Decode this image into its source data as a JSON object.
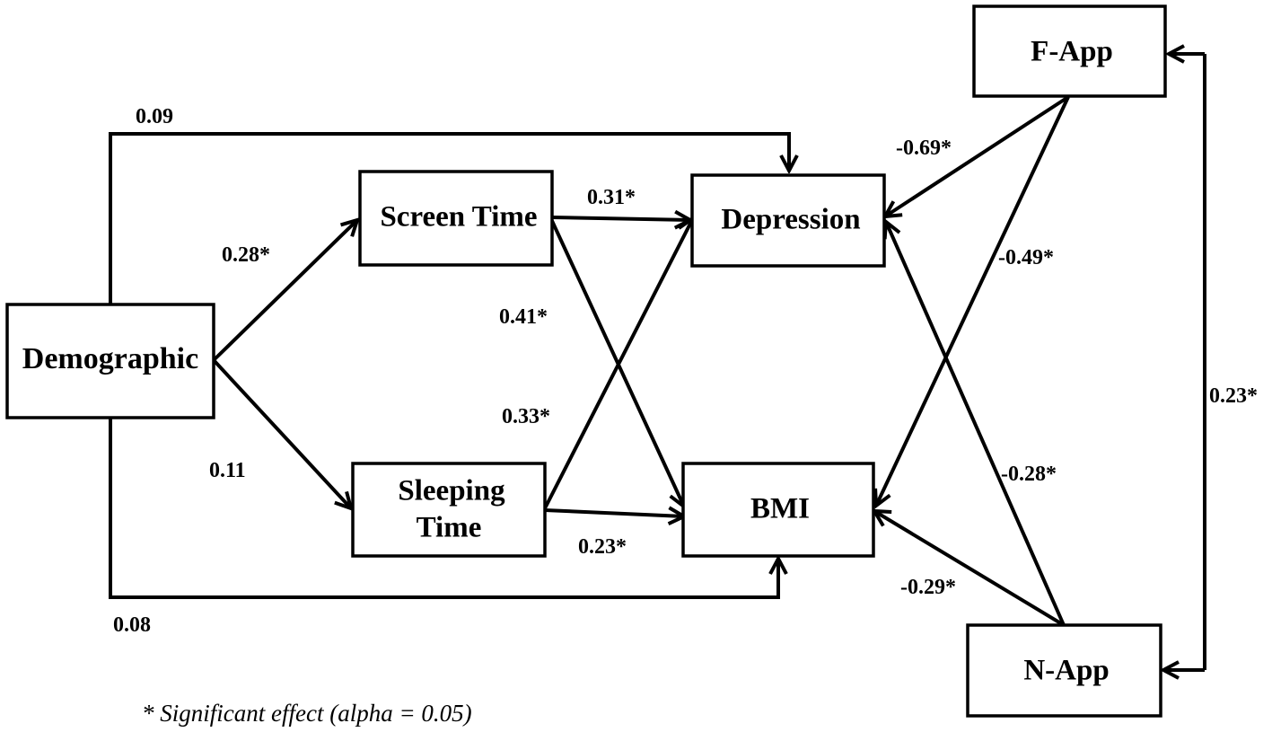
{
  "nodes": {
    "demographic": "Demographic",
    "screen_time": "Screen Time",
    "sleeping_time_line1": "Sleeping",
    "sleeping_time_line2": "Time",
    "depression": "Depression",
    "bmi": "BMI",
    "f_app": "F-App",
    "n_app": "N-App"
  },
  "paths": {
    "demographic_to_depression": "0.09",
    "demographic_to_screen_time": "0.28*",
    "demographic_to_sleeping_time": "0.11",
    "demographic_to_bmi": "0.08",
    "screen_time_to_depression": "0.31*",
    "screen_time_to_bmi": "0.41*",
    "sleeping_time_to_depression": "0.33*",
    "sleeping_time_to_bmi": "0.23*",
    "f_app_to_depression": "-0.69*",
    "f_app_to_bmi": "-0.49*",
    "n_app_to_depression": "-0.28*",
    "n_app_to_bmi": "-0.29*",
    "f_app_n_app_covariance": "0.23*"
  },
  "footnote": "* Significant effect (alpha = 0.05)"
}
